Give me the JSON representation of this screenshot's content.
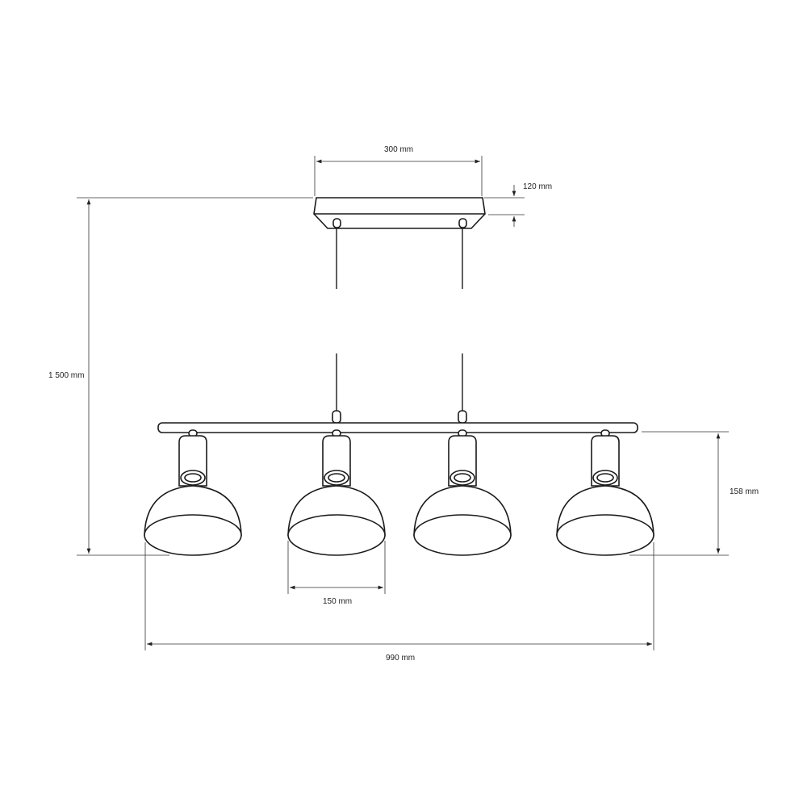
{
  "dimensions": {
    "canopy_width": "300 mm",
    "canopy_height": "120 mm",
    "total_height": "1 500 mm",
    "lamp_height": "158 mm",
    "shade_diameter": "150 mm",
    "total_width": "990 mm"
  },
  "colors": {
    "line": "#1a1a1a",
    "background": "#ffffff"
  }
}
